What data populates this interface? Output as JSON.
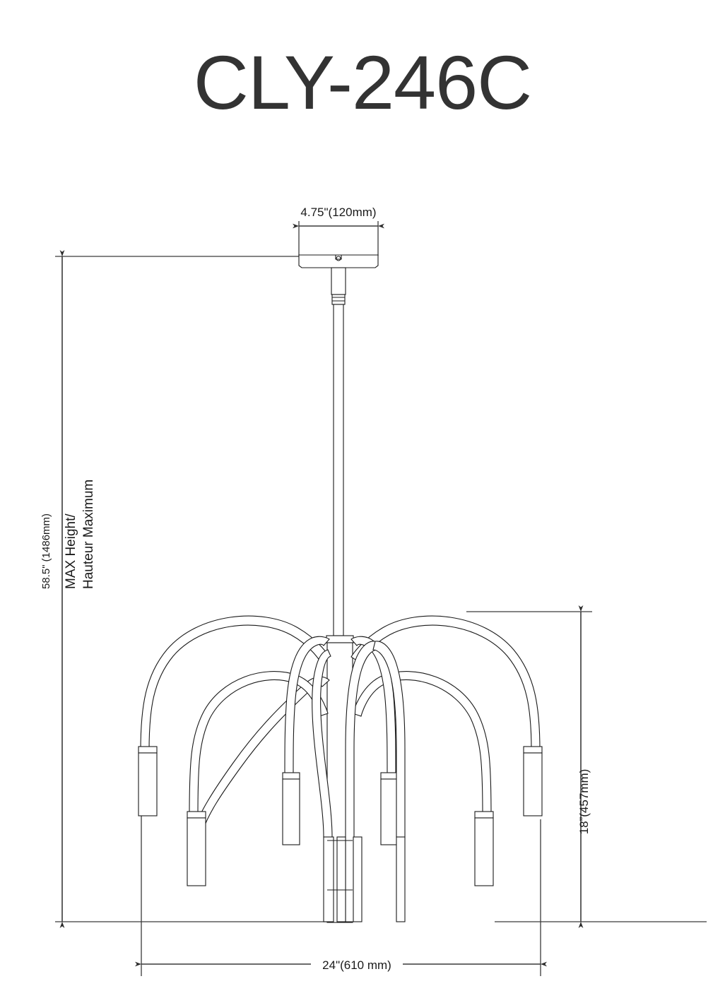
{
  "title": "CLY-246C",
  "product": {
    "type": "chandelier-technical-drawing",
    "arm_count": 8
  },
  "dimensions": {
    "canopy_width": "4.75\"(120mm)",
    "max_height_value": "58.5\" (1486mm)",
    "max_height_label": "MAX Height/",
    "max_height_label2": "Hauteur Maximum",
    "fixture_height": "18”(457mm)",
    "fixture_width": "24\"(610 mm)"
  },
  "colors": {
    "title": "#333333",
    "line": "#1a1a1a",
    "dimension": "#3a3a3a",
    "background": "#ffffff"
  }
}
